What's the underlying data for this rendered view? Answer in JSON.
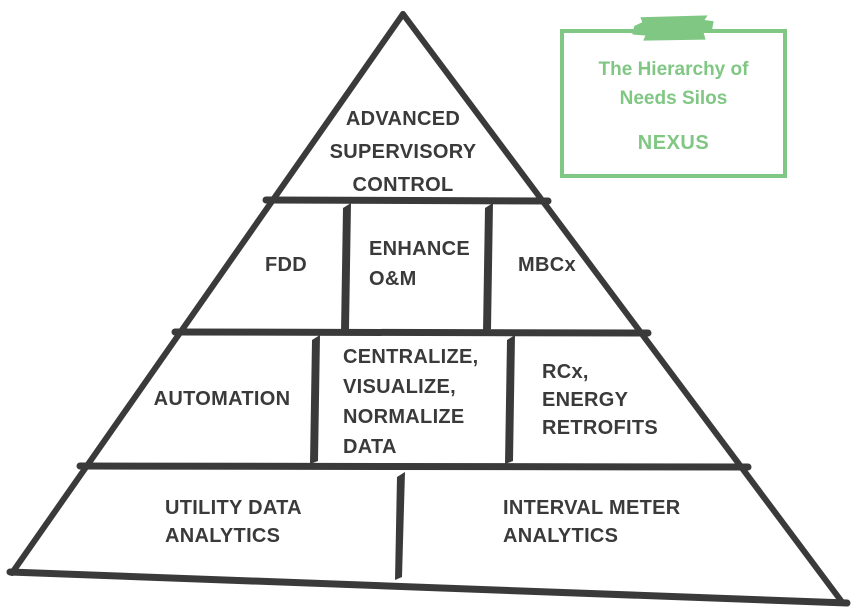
{
  "colors": {
    "background": "#ffffff",
    "line": "#3a3a3a",
    "text": "#3a3a3a",
    "green": "#81c784"
  },
  "legend": {
    "title": "The Hierarchy of\nNeeds Silos",
    "brand": "NEXUS"
  },
  "pyramid": {
    "level1": {
      "label": "ADVANCED\nSUPERVISORY\nCONTROL"
    },
    "level2": {
      "left": "FDD",
      "center": "ENHANCE\nO&M",
      "right": "MBCx"
    },
    "level3": {
      "left": "AUTOMATION",
      "center": "CENTRALIZE,\nVISUALIZE,\nNORMALIZE\nDATA",
      "right": "RCx,\nENERGY\nRETROFITS"
    },
    "level4": {
      "left": "UTILITY DATA\nANALYTICS",
      "right": "INTERVAL METER\nANALYTICS"
    }
  }
}
